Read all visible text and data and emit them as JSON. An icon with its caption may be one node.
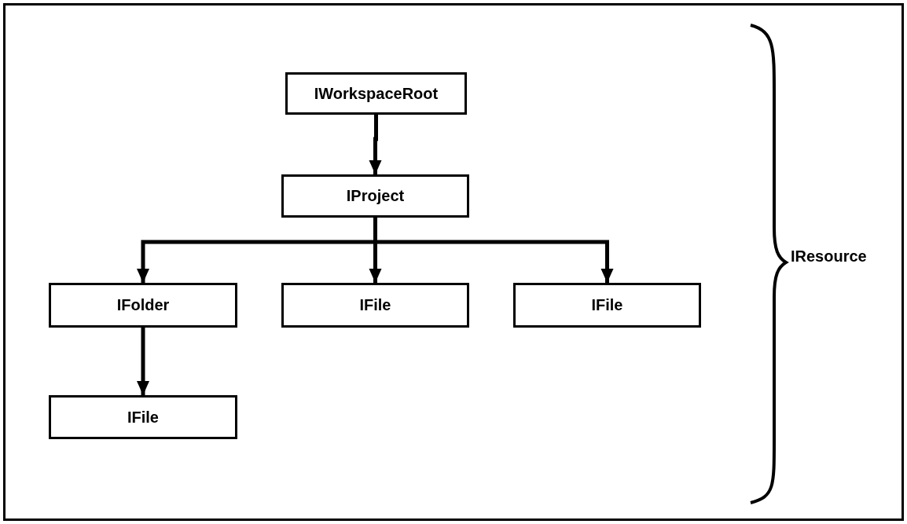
{
  "diagram": {
    "nodes": [
      {
        "text": [
          "IWorkspaceRoot"
        ]
      },
      {
        "text": [
          "IProject"
        ]
      },
      {
        "text": [
          "IFolder"
        ]
      },
      {
        "text": [
          "IFile"
        ]
      },
      {
        "text": [
          "IFile"
        ]
      },
      {
        "text": [
          "IFile"
        ]
      }
    ],
    "edges": [
      {
        "from": 0,
        "to": 1,
        "arrow": "to"
      },
      {
        "from": 1,
        "to": 2,
        "arrow": "to"
      },
      {
        "from": 1,
        "to": 3,
        "arrow": "to"
      },
      {
        "from": 1,
        "to": 4,
        "arrow": "to"
      },
      {
        "from": 2,
        "to": 5,
        "arrow": "to"
      }
    ],
    "labels": [
      "IResource"
    ]
  }
}
